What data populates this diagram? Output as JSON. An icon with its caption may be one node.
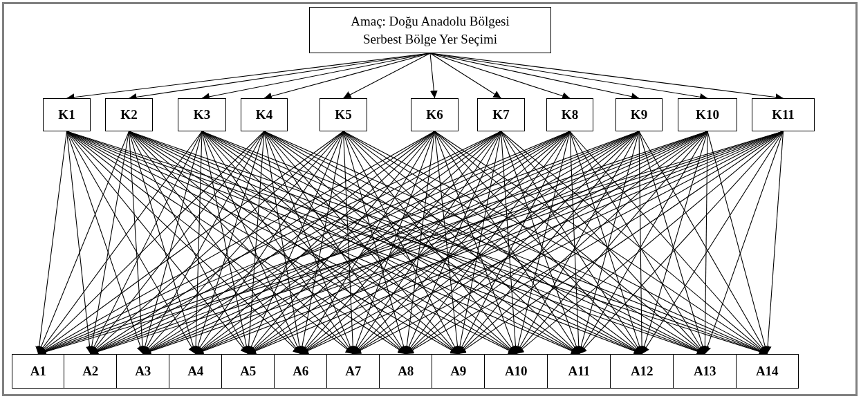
{
  "diagram": {
    "nodes": [
      {
        "text": [
          "Amaç: Doğu Anadolu Bölgesi Serbest Bölge Yer Seçimi"
        ]
      },
      {
        "text": [
          "K1"
        ]
      },
      {
        "text": [
          "K2"
        ]
      },
      {
        "text": [
          "K3"
        ]
      },
      {
        "text": [
          "K4"
        ]
      },
      {
        "text": [
          "K5"
        ]
      },
      {
        "text": [
          "K6"
        ]
      },
      {
        "text": [
          "K7"
        ]
      },
      {
        "text": [
          "K8"
        ]
      },
      {
        "text": [
          "K9"
        ]
      },
      {
        "text": [
          "K10"
        ]
      },
      {
        "text": [
          "K11"
        ]
      },
      {
        "text": [
          "A1"
        ]
      },
      {
        "text": [
          "A2"
        ]
      },
      {
        "text": [
          "A3"
        ]
      },
      {
        "text": [
          "A4"
        ]
      },
      {
        "text": [
          "A5"
        ]
      },
      {
        "text": [
          "A6"
        ]
      },
      {
        "text": [
          "A7"
        ]
      },
      {
        "text": [
          "A8"
        ]
      },
      {
        "text": [
          "A9"
        ]
      },
      {
        "text": [
          "A10"
        ]
      },
      {
        "text": [
          "A11"
        ]
      },
      {
        "text": [
          "A12"
        ]
      },
      {
        "text": [
          "A13"
        ]
      },
      {
        "text": [
          "A14"
        ]
      }
    ],
    "edges": [
      {
        "from": 0,
        "to": 1,
        "arrow": "to"
      },
      {
        "from": 0,
        "to": 2,
        "arrow": "to"
      },
      {
        "from": 0,
        "to": 3,
        "arrow": "to"
      },
      {
        "from": 0,
        "to": 4,
        "arrow": "to"
      },
      {
        "from": 0,
        "to": 5,
        "arrow": "to"
      },
      {
        "from": 0,
        "to": 6,
        "arrow": "to"
      },
      {
        "from": 0,
        "to": 7,
        "arrow": "to"
      },
      {
        "from": 0,
        "to": 8,
        "arrow": "to"
      },
      {
        "from": 0,
        "to": 9,
        "arrow": "to"
      },
      {
        "from": 0,
        "to": 10,
        "arrow": "to"
      },
      {
        "from": 0,
        "to": 11,
        "arrow": "to"
      },
      {
        "from": 1,
        "to": 12,
        "arrow": "to"
      },
      {
        "from": 1,
        "to": 13,
        "arrow": "to"
      },
      {
        "from": 1,
        "to": 14,
        "arrow": "to"
      },
      {
        "from": 1,
        "to": 15,
        "arrow": "to"
      },
      {
        "from": 1,
        "to": 16,
        "arrow": "to"
      },
      {
        "from": 1,
        "to": 17,
        "arrow": "to"
      },
      {
        "from": 1,
        "to": 18,
        "arrow": "to"
      },
      {
        "from": 1,
        "to": 19,
        "arrow": "to"
      },
      {
        "from": 1,
        "to": 20,
        "arrow": "to"
      },
      {
        "from": 1,
        "to": 21,
        "arrow": "to"
      },
      {
        "from": 1,
        "to": 22,
        "arrow": "to"
      },
      {
        "from": 1,
        "to": 23,
        "arrow": "to"
      },
      {
        "from": 1,
        "to": 24,
        "arrow": "to"
      },
      {
        "from": 1,
        "to": 25,
        "arrow": "to"
      },
      {
        "from": 2,
        "to": 12,
        "arrow": "to"
      },
      {
        "from": 2,
        "to": 13,
        "arrow": "to"
      },
      {
        "from": 2,
        "to": 14,
        "arrow": "to"
      },
      {
        "from": 2,
        "to": 15,
        "arrow": "to"
      },
      {
        "from": 2,
        "to": 16,
        "arrow": "to"
      },
      {
        "from": 2,
        "to": 17,
        "arrow": "to"
      },
      {
        "from": 2,
        "to": 18,
        "arrow": "to"
      },
      {
        "from": 2,
        "to": 19,
        "arrow": "to"
      },
      {
        "from": 2,
        "to": 20,
        "arrow": "to"
      },
      {
        "from": 2,
        "to": 21,
        "arrow": "to"
      },
      {
        "from": 2,
        "to": 22,
        "arrow": "to"
      },
      {
        "from": 2,
        "to": 23,
        "arrow": "to"
      },
      {
        "from": 2,
        "to": 24,
        "arrow": "to"
      },
      {
        "from": 2,
        "to": 25,
        "arrow": "to"
      },
      {
        "from": 3,
        "to": 12,
        "arrow": "to"
      },
      {
        "from": 3,
        "to": 13,
        "arrow": "to"
      },
      {
        "from": 3,
        "to": 14,
        "arrow": "to"
      },
      {
        "from": 3,
        "to": 15,
        "arrow": "to"
      },
      {
        "from": 3,
        "to": 16,
        "arrow": "to"
      },
      {
        "from": 3,
        "to": 17,
        "arrow": "to"
      },
      {
        "from": 3,
        "to": 18,
        "arrow": "to"
      },
      {
        "from": 3,
        "to": 19,
        "arrow": "to"
      },
      {
        "from": 3,
        "to": 20,
        "arrow": "to"
      },
      {
        "from": 3,
        "to": 21,
        "arrow": "to"
      },
      {
        "from": 3,
        "to": 22,
        "arrow": "to"
      },
      {
        "from": 3,
        "to": 23,
        "arrow": "to"
      },
      {
        "from": 3,
        "to": 24,
        "arrow": "to"
      },
      {
        "from": 3,
        "to": 25,
        "arrow": "to"
      },
      {
        "from": 4,
        "to": 12,
        "arrow": "to"
      },
      {
        "from": 4,
        "to": 13,
        "arrow": "to"
      },
      {
        "from": 4,
        "to": 14,
        "arrow": "to"
      },
      {
        "from": 4,
        "to": 15,
        "arrow": "to"
      },
      {
        "from": 4,
        "to": 16,
        "arrow": "to"
      },
      {
        "from": 4,
        "to": 17,
        "arrow": "to"
      },
      {
        "from": 4,
        "to": 18,
        "arrow": "to"
      },
      {
        "from": 4,
        "to": 19,
        "arrow": "to"
      },
      {
        "from": 4,
        "to": 20,
        "arrow": "to"
      },
      {
        "from": 4,
        "to": 21,
        "arrow": "to"
      },
      {
        "from": 4,
        "to": 22,
        "arrow": "to"
      },
      {
        "from": 4,
        "to": 23,
        "arrow": "to"
      },
      {
        "from": 4,
        "to": 24,
        "arrow": "to"
      },
      {
        "from": 4,
        "to": 25,
        "arrow": "to"
      },
      {
        "from": 5,
        "to": 12,
        "arrow": "to"
      },
      {
        "from": 5,
        "to": 13,
        "arrow": "to"
      },
      {
        "from": 5,
        "to": 14,
        "arrow": "to"
      },
      {
        "from": 5,
        "to": 15,
        "arrow": "to"
      },
      {
        "from": 5,
        "to": 16,
        "arrow": "to"
      },
      {
        "from": 5,
        "to": 17,
        "arrow": "to"
      },
      {
        "from": 5,
        "to": 18,
        "arrow": "to"
      },
      {
        "from": 5,
        "to": 19,
        "arrow": "to"
      },
      {
        "from": 5,
        "to": 20,
        "arrow": "to"
      },
      {
        "from": 5,
        "to": 21,
        "arrow": "to"
      },
      {
        "from": 5,
        "to": 22,
        "arrow": "to"
      },
      {
        "from": 5,
        "to": 23,
        "arrow": "to"
      },
      {
        "from": 5,
        "to": 24,
        "arrow": "to"
      },
      {
        "from": 5,
        "to": 25,
        "arrow": "to"
      },
      {
        "from": 6,
        "to": 12,
        "arrow": "to"
      },
      {
        "from": 6,
        "to": 13,
        "arrow": "to"
      },
      {
        "from": 6,
        "to": 14,
        "arrow": "to"
      },
      {
        "from": 6,
        "to": 15,
        "arrow": "to"
      },
      {
        "from": 6,
        "to": 16,
        "arrow": "to"
      },
      {
        "from": 6,
        "to": 17,
        "arrow": "to"
      },
      {
        "from": 6,
        "to": 18,
        "arrow": "to"
      },
      {
        "from": 6,
        "to": 19,
        "arrow": "to"
      },
      {
        "from": 6,
        "to": 20,
        "arrow": "to"
      },
      {
        "from": 6,
        "to": 21,
        "arrow": "to"
      },
      {
        "from": 6,
        "to": 22,
        "arrow": "to"
      },
      {
        "from": 6,
        "to": 23,
        "arrow": "to"
      },
      {
        "from": 6,
        "to": 24,
        "arrow": "to"
      },
      {
        "from": 6,
        "to": 25,
        "arrow": "to"
      },
      {
        "from": 7,
        "to": 12,
        "arrow": "to"
      },
      {
        "from": 7,
        "to": 13,
        "arrow": "to"
      },
      {
        "from": 7,
        "to": 14,
        "arrow": "to"
      },
      {
        "from": 7,
        "to": 15,
        "arrow": "to"
      },
      {
        "from": 7,
        "to": 16,
        "arrow": "to"
      },
      {
        "from": 7,
        "to": 17,
        "arrow": "to"
      },
      {
        "from": 7,
        "to": 18,
        "arrow": "to"
      },
      {
        "from": 7,
        "to": 19,
        "arrow": "to"
      },
      {
        "from": 7,
        "to": 20,
        "arrow": "to"
      },
      {
        "from": 7,
        "to": 21,
        "arrow": "to"
      },
      {
        "from": 7,
        "to": 22,
        "arrow": "to"
      },
      {
        "from": 7,
        "to": 23,
        "arrow": "to"
      },
      {
        "from": 7,
        "to": 24,
        "arrow": "to"
      },
      {
        "from": 7,
        "to": 25,
        "arrow": "to"
      },
      {
        "from": 8,
        "to": 12,
        "arrow": "to"
      },
      {
        "from": 8,
        "to": 13,
        "arrow": "to"
      },
      {
        "from": 8,
        "to": 14,
        "arrow": "to"
      },
      {
        "from": 8,
        "to": 15,
        "arrow": "to"
      },
      {
        "from": 8,
        "to": 16,
        "arrow": "to"
      },
      {
        "from": 8,
        "to": 17,
        "arrow": "to"
      },
      {
        "from": 8,
        "to": 18,
        "arrow": "to"
      },
      {
        "from": 8,
        "to": 19,
        "arrow": "to"
      },
      {
        "from": 8,
        "to": 20,
        "arrow": "to"
      },
      {
        "from": 8,
        "to": 21,
        "arrow": "to"
      },
      {
        "from": 8,
        "to": 22,
        "arrow": "to"
      },
      {
        "from": 8,
        "to": 23,
        "arrow": "to"
      },
      {
        "from": 8,
        "to": 24,
        "arrow": "to"
      },
      {
        "from": 8,
        "to": 25,
        "arrow": "to"
      },
      {
        "from": 9,
        "to": 12,
        "arrow": "to"
      },
      {
        "from": 9,
        "to": 13,
        "arrow": "to"
      },
      {
        "from": 9,
        "to": 14,
        "arrow": "to"
      },
      {
        "from": 9,
        "to": 15,
        "arrow": "to"
      },
      {
        "from": 9,
        "to": 16,
        "arrow": "to"
      },
      {
        "from": 9,
        "to": 17,
        "arrow": "to"
      },
      {
        "from": 9,
        "to": 18,
        "arrow": "to"
      },
      {
        "from": 9,
        "to": 19,
        "arrow": "to"
      },
      {
        "from": 9,
        "to": 20,
        "arrow": "to"
      },
      {
        "from": 9,
        "to": 21,
        "arrow": "to"
      },
      {
        "from": 9,
        "to": 22,
        "arrow": "to"
      },
      {
        "from": 9,
        "to": 23,
        "arrow": "to"
      },
      {
        "from": 9,
        "to": 24,
        "arrow": "to"
      },
      {
        "from": 9,
        "to": 25,
        "arrow": "to"
      },
      {
        "from": 10,
        "to": 12,
        "arrow": "to"
      },
      {
        "from": 10,
        "to": 13,
        "arrow": "to"
      },
      {
        "from": 10,
        "to": 14,
        "arrow": "to"
      },
      {
        "from": 10,
        "to": 15,
        "arrow": "to"
      },
      {
        "from": 10,
        "to": 16,
        "arrow": "to"
      },
      {
        "from": 10,
        "to": 17,
        "arrow": "to"
      },
      {
        "from": 10,
        "to": 18,
        "arrow": "to"
      },
      {
        "from": 10,
        "to": 19,
        "arrow": "to"
      },
      {
        "from": 10,
        "to": 20,
        "arrow": "to"
      },
      {
        "from": 10,
        "to": 21,
        "arrow": "to"
      },
      {
        "from": 10,
        "to": 22,
        "arrow": "to"
      },
      {
        "from": 10,
        "to": 23,
        "arrow": "to"
      },
      {
        "from": 10,
        "to": 24,
        "arrow": "to"
      },
      {
        "from": 10,
        "to": 25,
        "arrow": "to"
      },
      {
        "from": 11,
        "to": 12,
        "arrow": "to"
      },
      {
        "from": 11,
        "to": 13,
        "arrow": "to"
      },
      {
        "from": 11,
        "to": 14,
        "arrow": "to"
      },
      {
        "from": 11,
        "to": 15,
        "arrow": "to"
      },
      {
        "from": 11,
        "to": 16,
        "arrow": "to"
      },
      {
        "from": 11,
        "to": 17,
        "arrow": "to"
      },
      {
        "from": 11,
        "to": 18,
        "arrow": "to"
      },
      {
        "from": 11,
        "to": 19,
        "arrow": "to"
      },
      {
        "from": 11,
        "to": 20,
        "arrow": "to"
      },
      {
        "from": 11,
        "to": 21,
        "arrow": "to"
      },
      {
        "from": 11,
        "to": 22,
        "arrow": "to"
      },
      {
        "from": 11,
        "to": 23,
        "arrow": "to"
      },
      {
        "from": 11,
        "to": 24,
        "arrow": "to"
      },
      {
        "from": 11,
        "to": 25,
        "arrow": "to"
      }
    ]
  }
}
